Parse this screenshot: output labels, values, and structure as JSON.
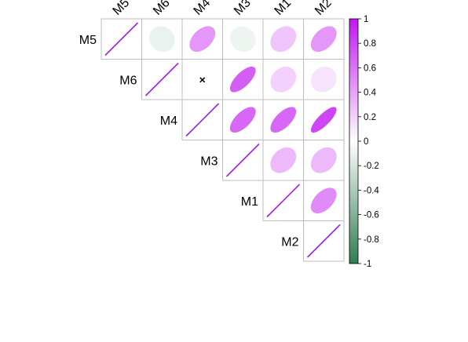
{
  "chart_data": {
    "type": "heatmap",
    "method": "ellipse",
    "layout": "upper",
    "variables": [
      "M5",
      "M6",
      "M4",
      "M3",
      "M1",
      "M2"
    ],
    "correlations": [
      {
        "row": "M5",
        "col": "M6",
        "value": -0.1
      },
      {
        "row": "M5",
        "col": "M4",
        "value": 0.45
      },
      {
        "row": "M5",
        "col": "M3",
        "value": -0.08
      },
      {
        "row": "M5",
        "col": "M1",
        "value": 0.25
      },
      {
        "row": "M5",
        "col": "M2",
        "value": 0.45
      },
      {
        "row": "M6",
        "col": "M4",
        "value": 0.0,
        "insignificant": true
      },
      {
        "row": "M6",
        "col": "M3",
        "value": 0.7
      },
      {
        "row": "M6",
        "col": "M1",
        "value": 0.2
      },
      {
        "row": "M6",
        "col": "M2",
        "value": 0.12
      },
      {
        "row": "M4",
        "col": "M3",
        "value": 0.65
      },
      {
        "row": "M4",
        "col": "M1",
        "value": 0.65
      },
      {
        "row": "M4",
        "col": "M2",
        "value": 0.8
      },
      {
        "row": "M3",
        "col": "M1",
        "value": 0.3
      },
      {
        "row": "M3",
        "col": "M2",
        "value": 0.3
      },
      {
        "row": "M1",
        "col": "M2",
        "value": 0.5
      }
    ],
    "diagonal_line_color": "#a020f0",
    "insignificant_mark": "×",
    "color_scale": {
      "min": -1,
      "max": 1,
      "negative_color": "#2e7d4f",
      "middle_color": "#ffffff",
      "positive_color": "#c217f0",
      "ticks": [
        "1",
        "0.8",
        "0.6",
        "0.4",
        "0.2",
        "0",
        "-0.2",
        "-0.4",
        "-0.6",
        "-0.8",
        "-1"
      ]
    }
  }
}
